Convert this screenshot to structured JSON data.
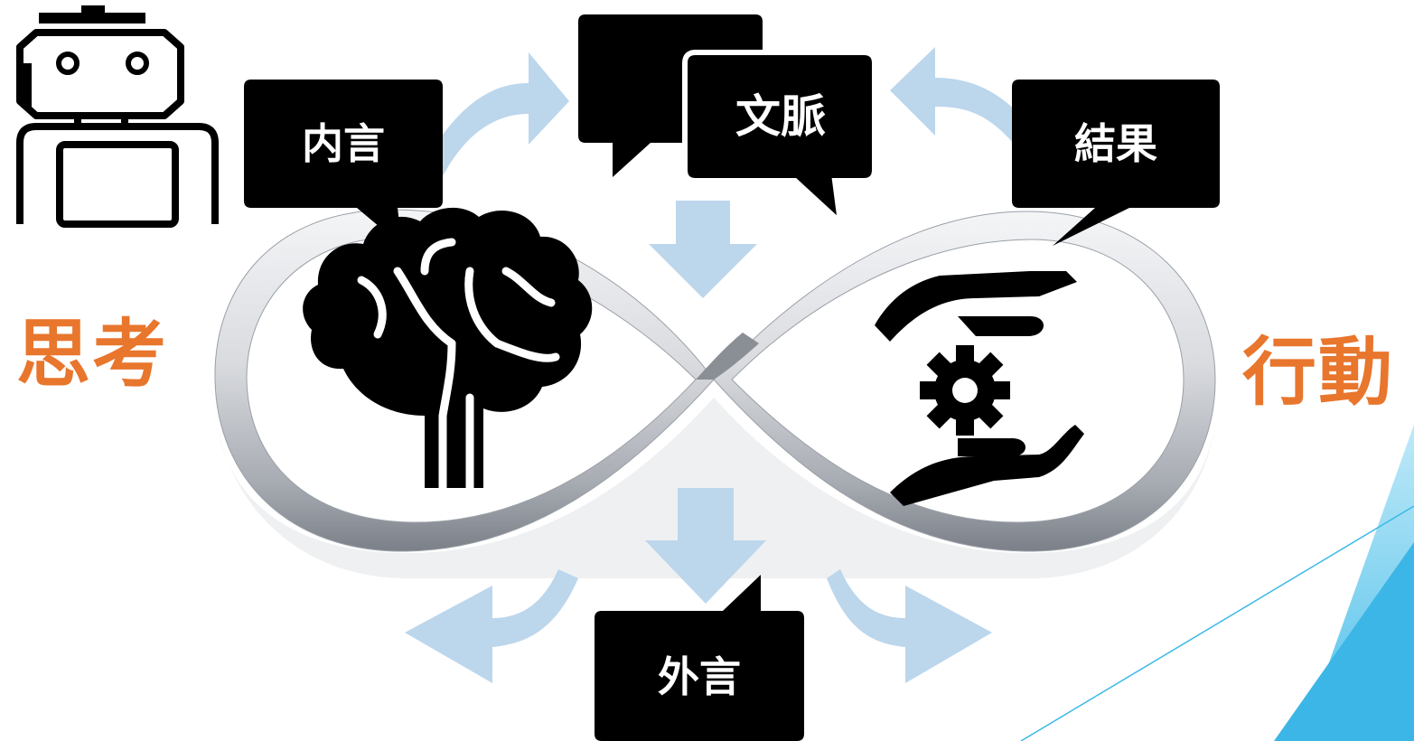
{
  "labels": {
    "thinking": "思考",
    "action": "行動"
  },
  "bubbles": {
    "inner_speech": "内言",
    "context": "文脈",
    "result": "結果",
    "outer_speech": "外言"
  },
  "colors": {
    "label_accent": "#e8762d",
    "arrow_fill": "#bcd6ec",
    "bubble_fill": "#000000",
    "ribbon_light": "#f2f3f5",
    "ribbon_dark": "#8e9299",
    "decor_blue": "#5bc6ec",
    "decor_line": "#3db9e8"
  },
  "icons": {
    "robot": "robot-icon",
    "brain": "brain-icon",
    "hands_gear": "hands-gear-icon"
  }
}
